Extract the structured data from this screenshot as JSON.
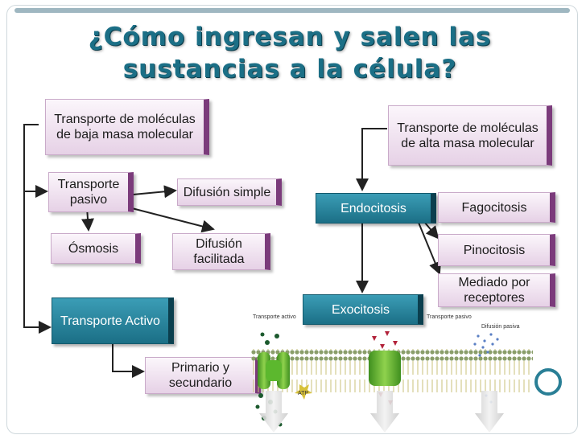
{
  "title": {
    "line1": "¿Cómo ingresan  y salen las",
    "line2": "sustancias a la célula?"
  },
  "boxes": {
    "transporte_baja": "Transporte de moléculas de baja masa molecular",
    "transporte_alta": "Transporte de moléculas de alta masa molecular",
    "transporte_pasivo": "Transporte pasivo",
    "difusion_simple": "Difusión  simple",
    "osmosis": "Ósmosis",
    "difusion_facilitada": "Difusión facilitada",
    "transporte_activo": "Transporte Activo",
    "primario_secundario": "Primario y secundario",
    "endocitosis": "Endocitosis",
    "fagocitosis": "Fagocitosis",
    "pinocitosis": "Pinocitosis",
    "mediado_receptores": "Mediado  por receptores",
    "exocitosis": "Exocitosis"
  },
  "membrane_labels": {
    "active": "Transporte activo",
    "passive": "Transporte pasivo",
    "diffusion": "Difusión pasiva",
    "atp": "ATP"
  },
  "colors": {
    "title": "#1b6f86",
    "teal_box": "#2a8aa3",
    "pink_box": "#ecdcec",
    "accent_purple": "#7b3b7b",
    "protein_green": "#5cb82e"
  }
}
